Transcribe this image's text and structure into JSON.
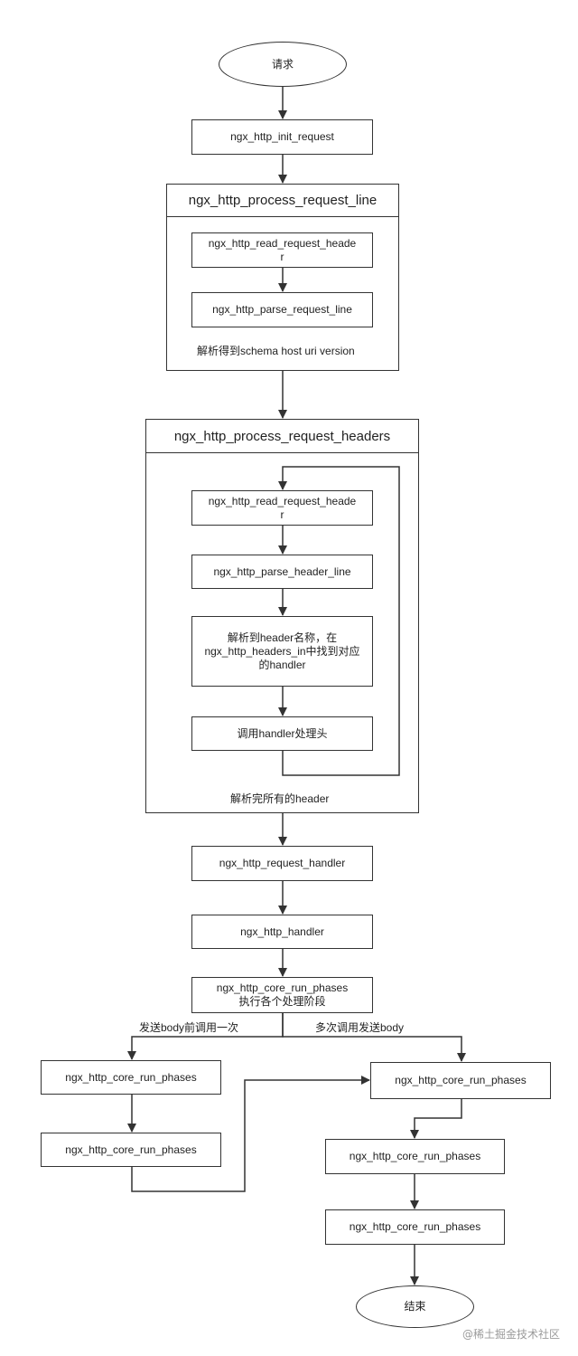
{
  "nodes": {
    "start": "请求",
    "init_request": "ngx_http_init_request",
    "process_request_line": "ngx_http_process_request_line",
    "read_request_header_1": "ngx_http_read_request_heade\nr",
    "parse_request_line": "ngx_http_parse_request_line",
    "request_line_note": "解析得到schema host uri version",
    "process_request_headers": "ngx_http_process_request_headers",
    "read_request_header_2": "ngx_http_read_request_heade\nr",
    "parse_header_line": "ngx_http_parse_header_line",
    "find_header_handler": "解析到header名称，在\nngx_http_headers_in中找到对应\n的handler",
    "call_header_handler": "调用handler处理头",
    "headers_note": "解析完所有的header",
    "request_handler": "ngx_http_request_handler",
    "http_handler": "ngx_http_handler",
    "core_run_phases_main": "ngx_http_core_run_phases\n执行各个处理阶段",
    "left_phases_1": "ngx_http_core_run_phases",
    "left_phases_2": "ngx_http_core_run_phases",
    "right_phases_1": "ngx_http_core_run_phases",
    "right_phases_2": "ngx_http_core_run_phases",
    "right_phases_3": "ngx_http_core_run_phases",
    "end": "结束"
  },
  "edge_labels": {
    "left_branch": "发送body前调用一次",
    "right_branch": "多次调用发送body"
  },
  "watermark": "@稀土掘金技术社区",
  "colors": {
    "stroke": "#333333",
    "background": "#ffffff",
    "watermark": "#9a9a9a"
  }
}
